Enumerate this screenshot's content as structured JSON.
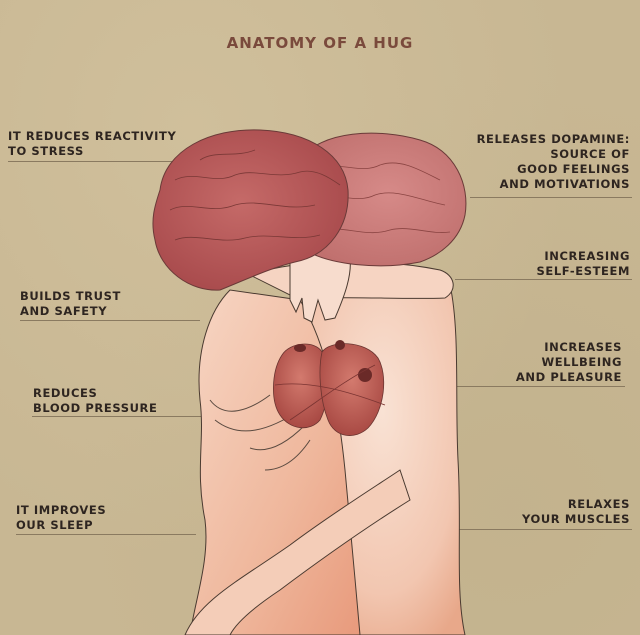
{
  "title": "ANATOMY OF A HUG",
  "colors": {
    "background": "#c8b793",
    "title": "#7a4a3c",
    "label_text": "#2e2520",
    "leader_line": "#8a7a60",
    "skin_light": "#f6d9c8",
    "skin_shadow": "#e9a98c",
    "brain": "#b85a5a",
    "heart": "#b0504a",
    "outline": "#4a3a30"
  },
  "labels_left": [
    {
      "id": "stress",
      "text": "IT REDUCES REACTIVITY\nTO STRESS"
    },
    {
      "id": "trust",
      "text": "BUILDS TRUST\nAND SAFETY"
    },
    {
      "id": "blood-pressure",
      "text": "REDUCES\nBLOOD PRESSURE"
    },
    {
      "id": "sleep",
      "text": "IT IMPROVES\nOUR SLEEP"
    }
  ],
  "labels_right": [
    {
      "id": "dopamine",
      "text": "RELEASES DOPAMINE:\nSOURCE OF\nGOOD FEELINGS\nAND MOTIVATIONS"
    },
    {
      "id": "self-esteem",
      "text": "INCREASING\nSELF-ESTEEM"
    },
    {
      "id": "wellbeing",
      "text": "INCREASES\nWELLBEING\nAND PLEASURE"
    },
    {
      "id": "muscles",
      "text": "RELAXES\nYOUR MUSCLES"
    }
  ]
}
